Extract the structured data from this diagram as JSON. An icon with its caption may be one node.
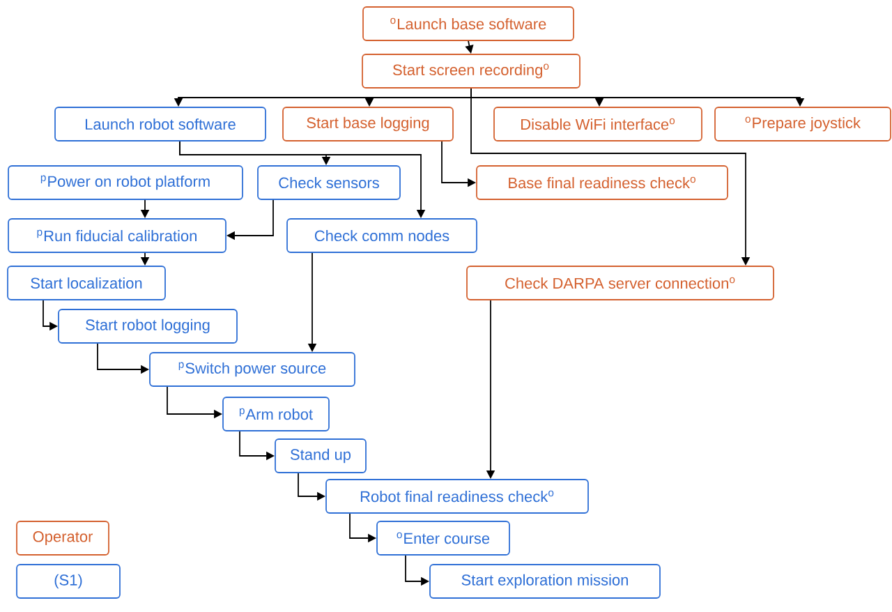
{
  "diagram": {
    "nodes": [
      {
        "text": [
          "$^{o}$Launch base software"
        ]
      },
      {
        "text": [
          "Start screen recording$^{o}$"
        ]
      },
      {
        "text": [
          "Launch robot software"
        ]
      },
      {
        "text": [
          "Start base logging"
        ]
      },
      {
        "text": [
          "Disable WiFi interface$^{o}$"
        ]
      },
      {
        "text": [
          "$^{o}$Prepare joystick"
        ]
      },
      {
        "text": [
          "$^{p}$Power on robot platform"
        ]
      },
      {
        "text": [
          "Check sensors"
        ]
      },
      {
        "text": [
          "Base final readiness check$^{o}$"
        ]
      },
      {
        "text": [
          "$^{p}$Run fiducial calibration"
        ]
      },
      {
        "text": [
          "Check comm nodes"
        ]
      },
      {
        "text": [
          "Start localization"
        ]
      },
      {
        "text": [
          "Check DARPA server connection$^{o}$"
        ]
      },
      {
        "text": [
          "Start robot logging"
        ]
      },
      {
        "text": [
          "$^{p}$Switch power source"
        ]
      },
      {
        "text": [
          "$^{p}$Arm robot"
        ]
      },
      {
        "text": [
          "Stand up"
        ]
      },
      {
        "text": [
          "Robot final readiness check$^{o}$"
        ]
      },
      {
        "text": [
          "$^{o}$Enter course"
        ]
      },
      {
        "text": [
          "Start exploration mission"
        ]
      }
    ],
    "edges": [
      {
        "from": 0,
        "to": 1,
        "arrow": "to"
      },
      {
        "from": 1,
        "to": 2,
        "arrow": "to"
      },
      {
        "from": 1,
        "to": 3,
        "arrow": "to"
      },
      {
        "from": 1,
        "to": 4,
        "arrow": "to"
      },
      {
        "from": 1,
        "to": 5,
        "arrow": "to"
      },
      {
        "from": 1,
        "to": 12,
        "arrow": "to"
      },
      {
        "from": 2,
        "to": 7,
        "arrow": "to"
      },
      {
        "from": 2,
        "to": 10,
        "arrow": "to"
      },
      {
        "from": 3,
        "to": 8,
        "arrow": "to"
      },
      {
        "from": 6,
        "to": 9,
        "arrow": "to"
      },
      {
        "from": 7,
        "to": 9,
        "arrow": "to"
      },
      {
        "from": 9,
        "to": 11,
        "arrow": "to"
      },
      {
        "from": 11,
        "to": 13,
        "arrow": "to"
      },
      {
        "from": 13,
        "to": 14,
        "arrow": "to"
      },
      {
        "from": 10,
        "to": 14,
        "arrow": "to"
      },
      {
        "from": 14,
        "to": 15,
        "arrow": "to"
      },
      {
        "from": 15,
        "to": 16,
        "arrow": "to"
      },
      {
        "from": 16,
        "to": 17,
        "arrow": "to"
      },
      {
        "from": 12,
        "to": 17,
        "arrow": "to"
      },
      {
        "from": 17,
        "to": 18,
        "arrow": "to"
      },
      {
        "from": 18,
        "to": 19,
        "arrow": "to"
      }
    ],
    "legend": [
      {
        "text": "Operator",
        "color": "#d4602e"
      },
      {
        "text": "(S1)",
        "color": "#2e6fd6"
      }
    ]
  }
}
